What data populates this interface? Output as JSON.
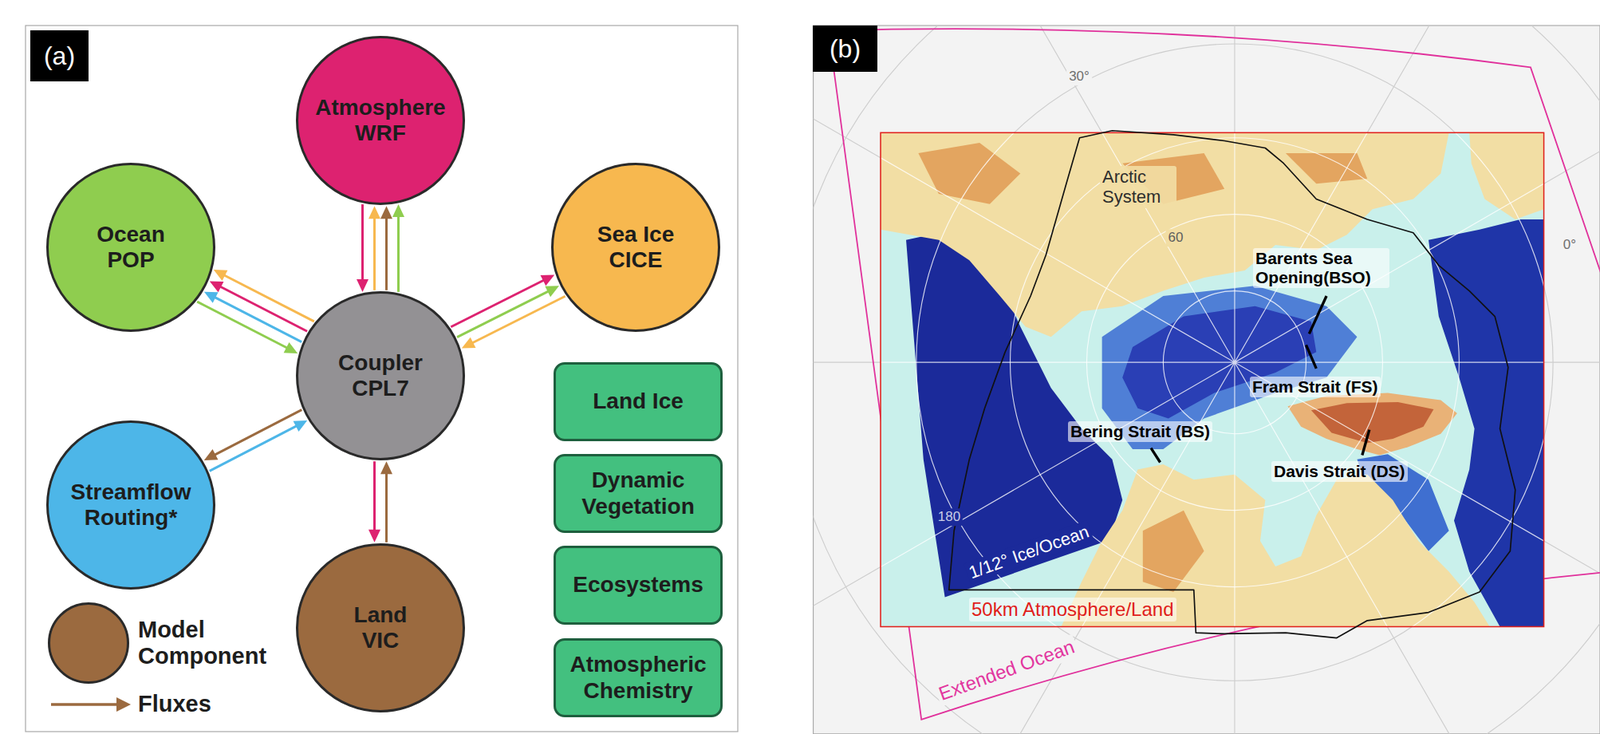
{
  "diagram": {
    "nodes": [
      {
        "text": [
          "Atmosphere WRF"
        ]
      },
      {
        "text": [
          "Ocean POP"
        ]
      },
      {
        "text": [
          "Sea Ice CICE"
        ]
      },
      {
        "text": [
          "Coupler CPL7"
        ]
      },
      {
        "text": [
          "Streamflow Routing*"
        ]
      },
      {
        "text": [
          "Land VIC"
        ]
      },
      {
        "text": [
          "Land Ice"
        ]
      },
      {
        "text": [
          "Dynamic Vegetation"
        ]
      },
      {
        "text": [
          "Ecosystems"
        ]
      },
      {
        "text": [
          "Atmospheric Chemistry"
        ]
      }
    ],
    "edges": [
      {
        "from": 0,
        "to": 3,
        "arrow": "to"
      },
      {
        "from": 3,
        "to": 0,
        "arrow": "to"
      },
      {
        "from": 3,
        "to": 0,
        "arrow": "to"
      },
      {
        "from": 3,
        "to": 0,
        "arrow": "to"
      },
      {
        "from": 1,
        "to": 3,
        "arrow": "to"
      },
      {
        "from": 3,
        "to": 1,
        "arrow": "to"
      },
      {
        "from": 3,
        "to": 1,
        "arrow": "to"
      },
      {
        "from": 3,
        "to": 1,
        "arrow": "to"
      },
      {
        "from": 3,
        "to": 2,
        "arrow": "to"
      },
      {
        "from": 3,
        "to": 2,
        "arrow": "to"
      },
      {
        "from": 2,
        "to": 3,
        "arrow": "to"
      },
      {
        "from": 3,
        "to": 4,
        "arrow": "to"
      },
      {
        "from": 4,
        "to": 3,
        "arrow": "to"
      },
      {
        "from": 3,
        "to": 5,
        "arrow": "to"
      },
      {
        "from": 5,
        "to": 3,
        "arrow": "to"
      }
    ],
    "labels": [
      "(a)",
      "(b)",
      "30°",
      "Arctic System",
      "60",
      "Barents Sea Opening(BSO)",
      "0°",
      "Fram Strait (FS)",
      "Bering Strait (BS)",
      "Davis Strait (DS)",
      "180",
      "1/12° Ice/Ocean",
      "50km Atmosphere/Land",
      "Extended Ocean"
    ],
    "legend": [
      {
        "text": "Model Component",
        "color": "#9b6a3f"
      },
      {
        "text": "Fluxes"
      }
    ]
  }
}
